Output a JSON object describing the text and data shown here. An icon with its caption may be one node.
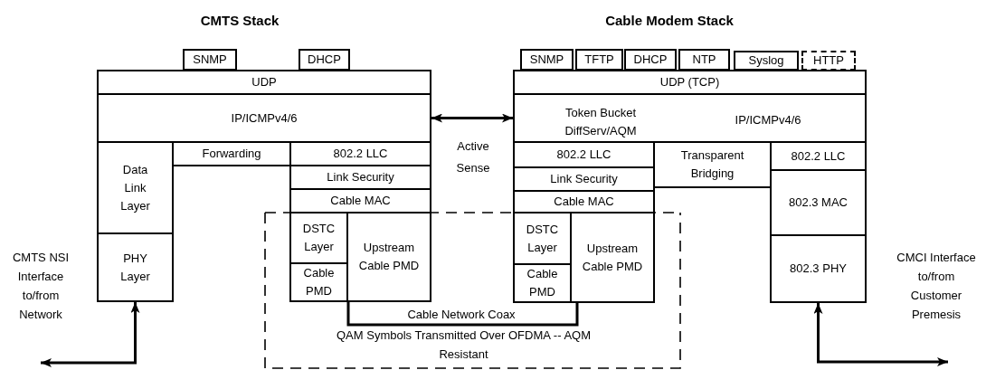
{
  "diagram": {
    "nodes": [
      {
        "text": [
          "SNMP"
        ]
      },
      {
        "text": [
          "DHCP"
        ]
      },
      {
        "text": [
          "UDP"
        ]
      },
      {
        "text": [
          "IP/ICMPv4/6"
        ]
      },
      {
        "text": [
          "Data Link Layer"
        ]
      },
      {
        "text": [
          "Forwarding"
        ]
      },
      {
        "text": [
          "802.2 LLC"
        ]
      },
      {
        "text": [
          "Link Security"
        ]
      },
      {
        "text": [
          "Cable MAC"
        ]
      },
      {
        "text": [
          "PHY Layer"
        ]
      },
      {
        "text": [
          "DSTC Layer"
        ]
      },
      {
        "text": [
          "Cable PMD"
        ]
      },
      {
        "text": [
          "Upstream Cable PMD"
        ]
      },
      {
        "text": [
          "SNMP"
        ]
      },
      {
        "text": [
          "TFTP"
        ]
      },
      {
        "text": [
          "DHCP"
        ]
      },
      {
        "text": [
          "NTP"
        ]
      },
      {
        "text": [
          "Syslog"
        ]
      },
      {
        "text": [
          "HTTP"
        ]
      },
      {
        "text": [
          "UDP (TCP)"
        ]
      },
      {
        "text": [
          "Token Bucket DiffServ/AQM",
          "IP/ICMPv4/6"
        ]
      },
      {
        "text": [
          "802.2 LLC"
        ]
      },
      {
        "text": [
          "Link Security"
        ]
      },
      {
        "text": [
          "Cable MAC"
        ]
      },
      {
        "text": [
          "DSTC Layer"
        ]
      },
      {
        "text": [
          "Cable PMD"
        ]
      },
      {
        "text": [
          "Upstream Cable PMD"
        ]
      },
      {
        "text": [
          "Transparent Bridging"
        ]
      },
      {
        "text": [
          "802.2 LLC"
        ]
      },
      {
        "text": [
          "802.3 MAC"
        ]
      },
      {
        "text": [
          "802.3 PHY"
        ]
      }
    ],
    "edges": [
      {
        "from": 3,
        "to": 20,
        "arrow": "both",
        "label": "Active Sense"
      },
      {
        "from": 12,
        "to": 26,
        "arrow": "none",
        "label": "Cable Network Coax"
      },
      {
        "from": 9,
        "to": null,
        "arrow": "both"
      },
      {
        "from": 30,
        "to": null,
        "arrow": "both"
      }
    ],
    "labels": [
      "CMTS Stack",
      "Cable Modem Stack",
      "CMTS NSI Interface to/from Network",
      "QAM Symbols Transmitted Over OFDMA -- AQM Resistant",
      "CMCI Interface to/from Customer Premesis"
    ]
  }
}
